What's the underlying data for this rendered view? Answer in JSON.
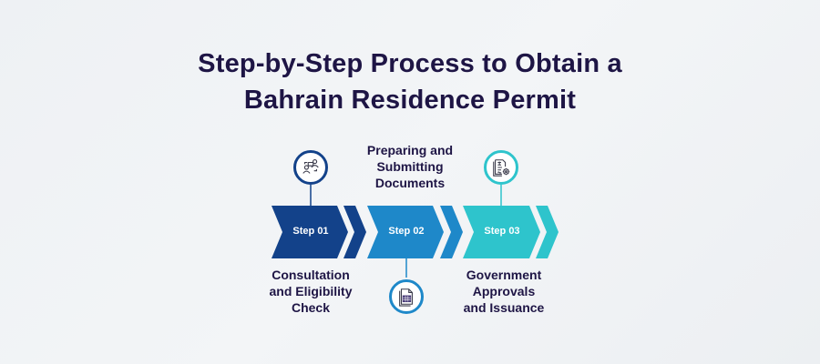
{
  "title": {
    "line1": "Step-by-Step Process to Obtain a",
    "line2": "Bahrain Residence Permit"
  },
  "steps": [
    {
      "label": "Step 01",
      "caption_lines": [
        "Consultation",
        "and Eligibility",
        "Check"
      ],
      "caption_position": "below",
      "icon_position": "above",
      "icon": "consultation-people-icon",
      "color": "#13428a"
    },
    {
      "label": "Step 02",
      "caption_lines": [
        "Preparing and",
        "Submitting",
        "Documents"
      ],
      "caption_position": "above",
      "icon_position": "below",
      "icon": "document-spreadsheet-icon",
      "color": "#1e88c9"
    },
    {
      "label": "Step 03",
      "caption_lines": [
        "Government",
        "Approvals",
        "and Issuance"
      ],
      "caption_position": "below",
      "icon_position": "above",
      "icon": "legal-document-gear-icon",
      "color": "#2ec4cc"
    }
  ],
  "colors": {
    "title": "#1e1545",
    "background": "#eef1f4"
  }
}
